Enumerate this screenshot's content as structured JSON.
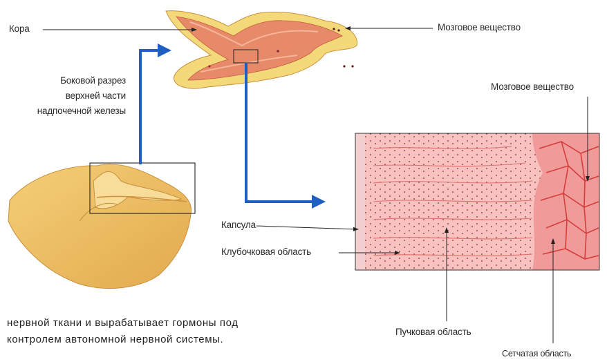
{
  "labels": {
    "cortex": "Кора",
    "medulla_top": "Мозговое вещество",
    "section_caption": "Боковой разрез верхней части надпочечной железы",
    "medulla_right": "Мозговое вещество",
    "capsule": "Капсула",
    "glomerular": "Клубочковая область",
    "fascicular": "Пучковая область",
    "reticular": "Сетчатая область"
  },
  "body_text": "нервной ткани и вырабатывает гормоны под контролем автономной нервной системы.",
  "colors": {
    "arrow_blue": "#1f5fc4",
    "tissue_pink": "#f7b4b2",
    "tissue_red": "#d9443e",
    "cortex_yellow": "#f2c96b",
    "gland_yellow": "#efc06a"
  }
}
